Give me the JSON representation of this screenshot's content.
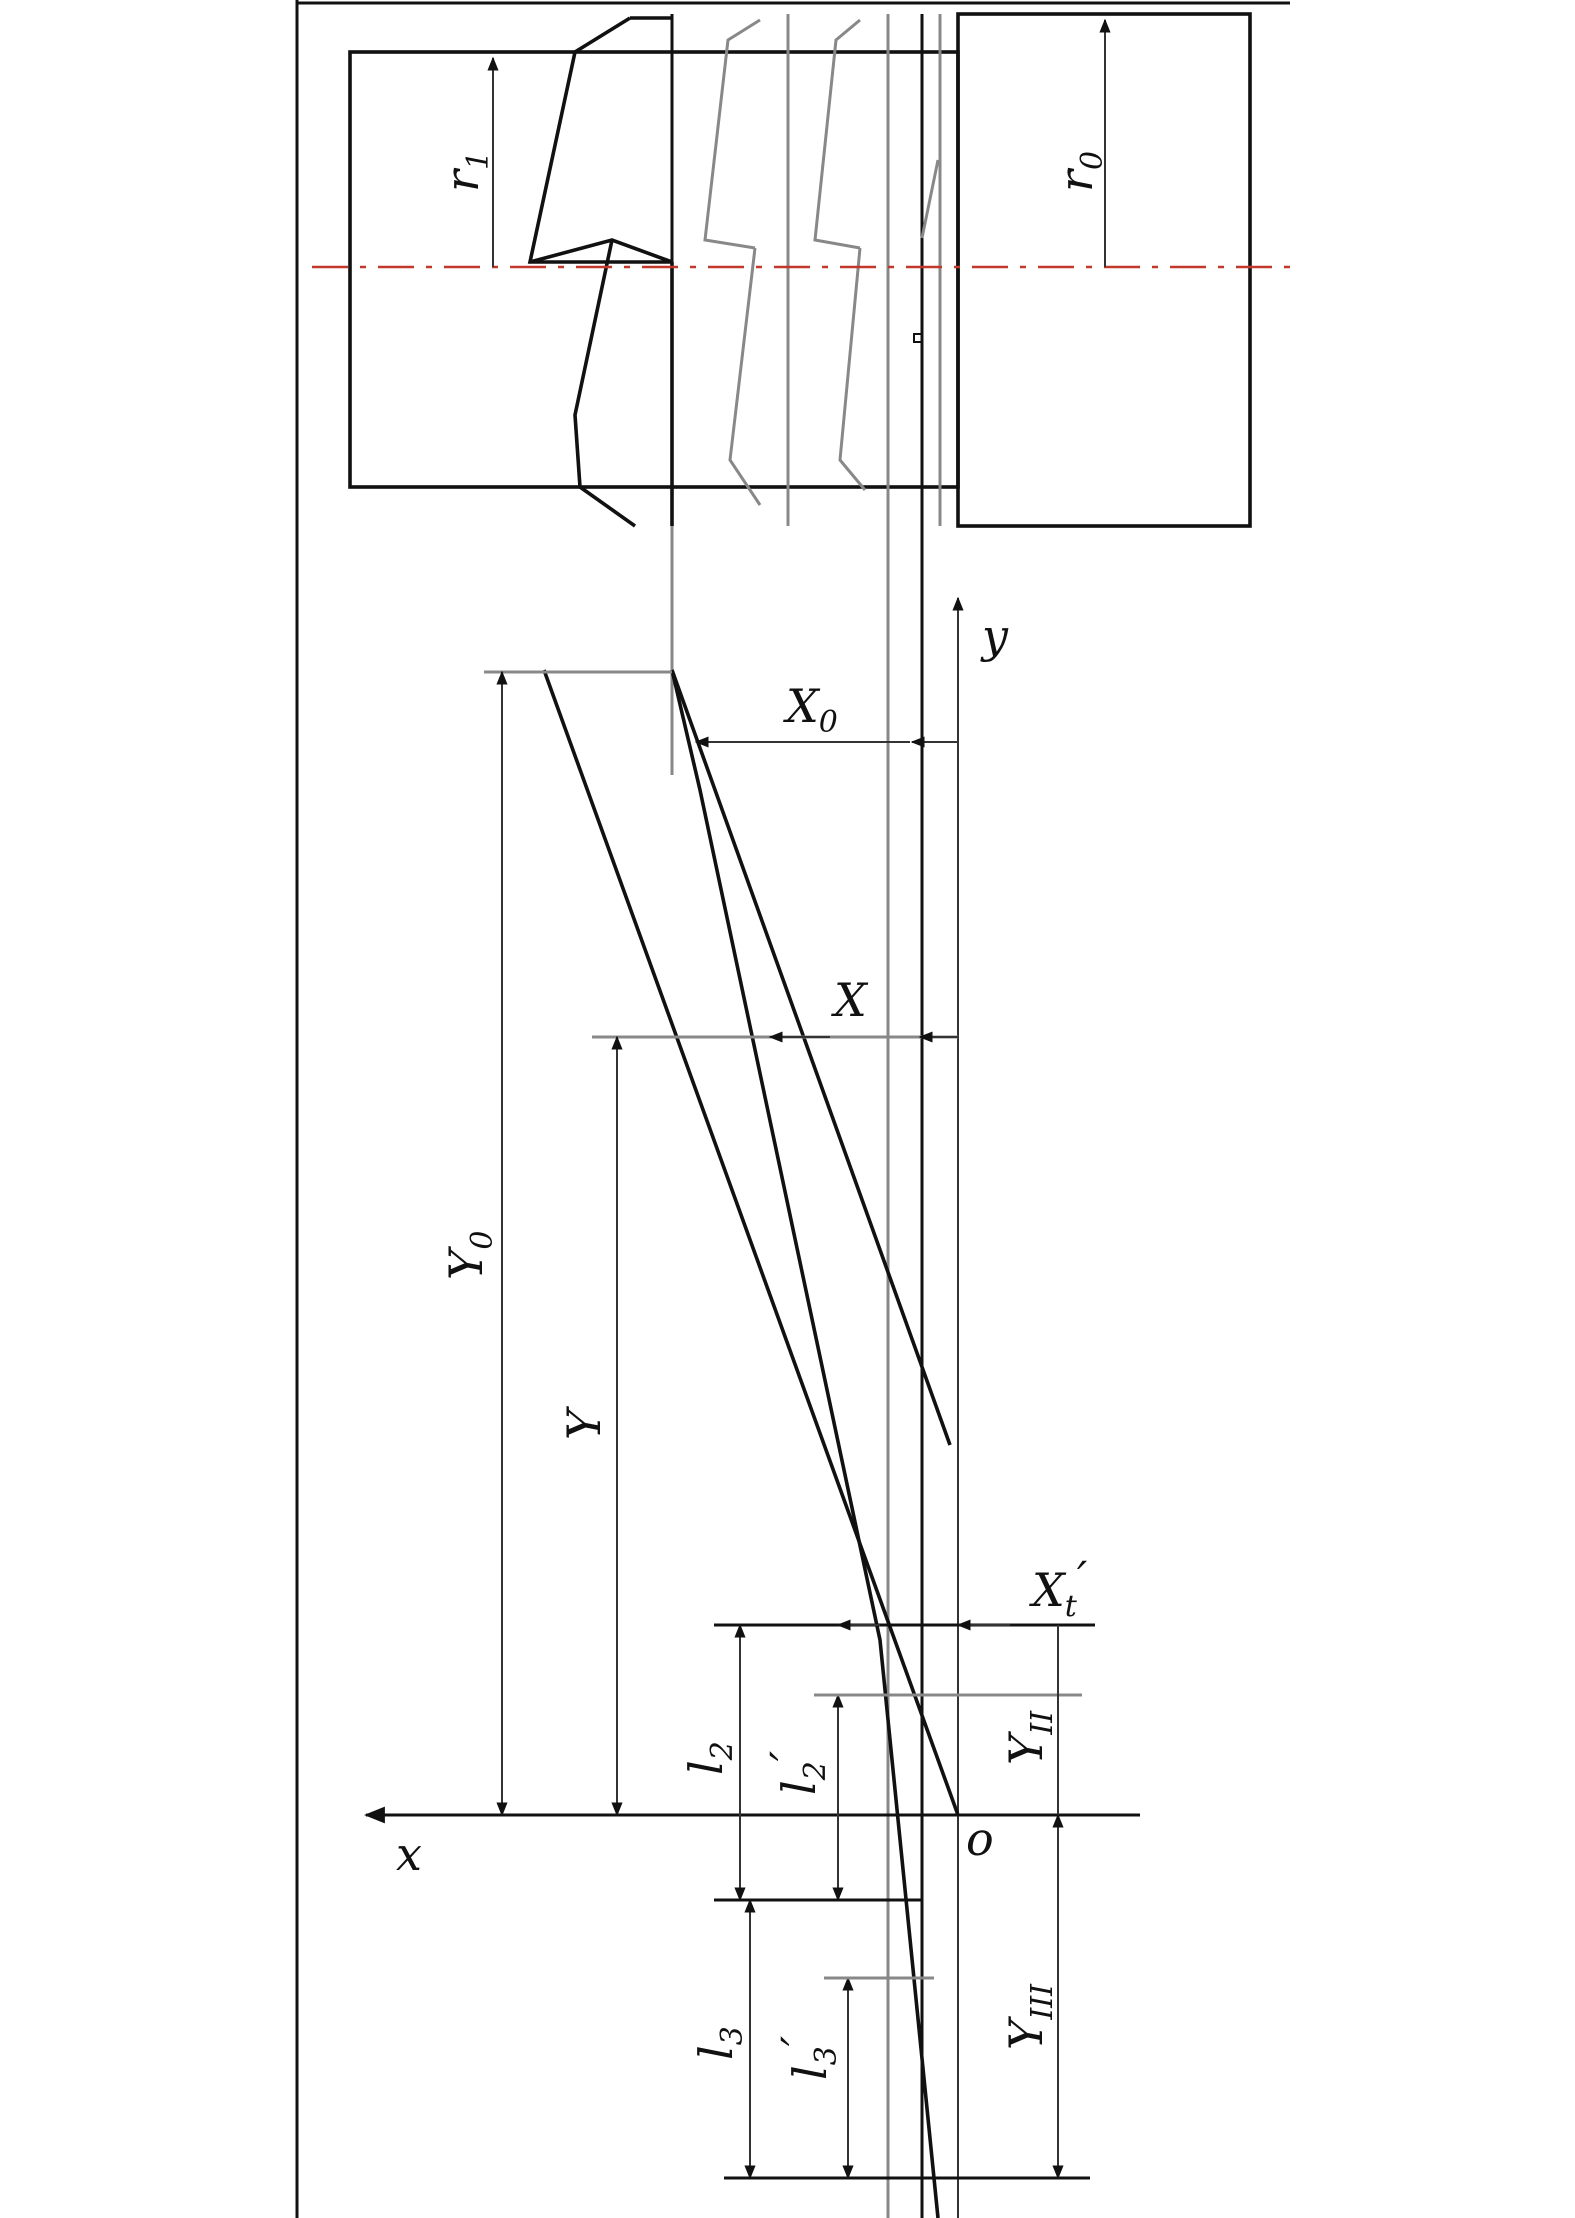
{
  "labels": {
    "r1": "r",
    "r1_sub": "1",
    "r0": "r",
    "r0_sub": "0",
    "y_axis": "y",
    "X0": "X",
    "X0_sub": "0",
    "X": "X",
    "Y0": "Y",
    "Y0_sub": "0",
    "Y": "Y",
    "Xt": "X",
    "Xt_sub": "t",
    "Xt_prime": "′",
    "l2": "l",
    "l2_sub": "2",
    "l2p": "l",
    "l2p_sub": "2",
    "l2p_prime": "′",
    "YII": "Y",
    "YII_sub": "II",
    "x_axis": "x",
    "origin": "o",
    "l3": "l",
    "l3_sub": "3",
    "l3p": "l",
    "l3p_sub": "3",
    "l3p_prime": "′",
    "YIII": "Y",
    "YIII_sub": "III"
  },
  "colors": {
    "line": "#111111",
    "gray": "#888888",
    "centerline": "#c0392b"
  }
}
